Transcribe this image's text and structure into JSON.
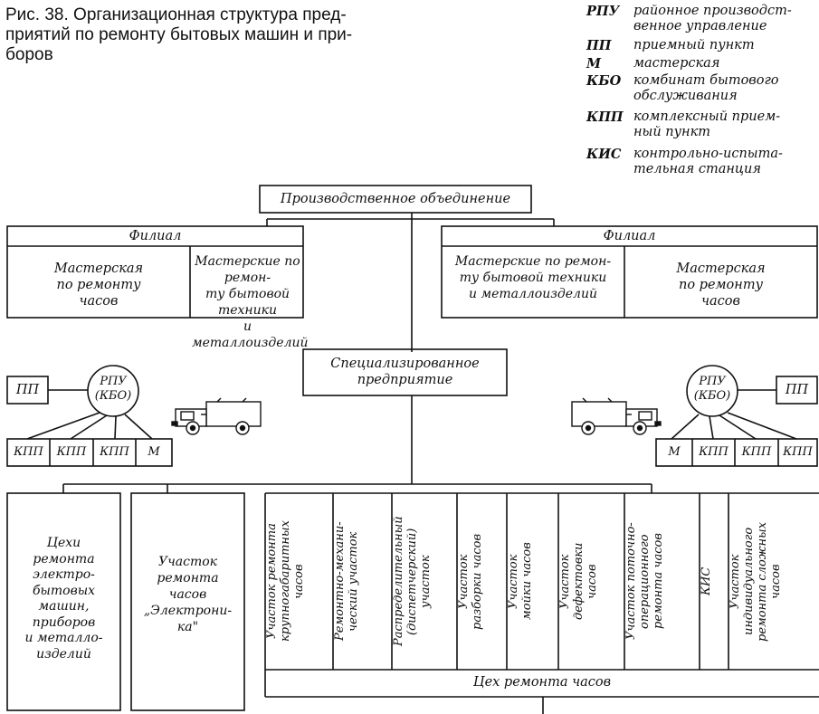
{
  "caption": [
    "Рис. 38. Организационная структура пред-",
    "приятий по ремонту бытовых машин и при-",
    "боров"
  ],
  "legend": [
    {
      "abbr": "РПУ",
      "desc": [
        "районное производст-",
        "венное управление"
      ]
    },
    {
      "abbr": "ПП",
      "desc": [
        "приемный пункт"
      ]
    },
    {
      "abbr": "М",
      "desc": [
        "мастерская"
      ]
    },
    {
      "abbr": "КБО",
      "desc": [
        "комбинат бытового",
        "обслуживания"
      ]
    },
    {
      "abbr": "КПП",
      "desc": [
        "комплексный прием-",
        "ный пункт"
      ]
    },
    {
      "abbr": "КИС",
      "desc": [
        "контрольно-испыта-",
        "тельная станция"
      ]
    }
  ],
  "top": "Производственное объединение",
  "filial_left": "Филиал",
  "filial_right": "Филиал",
  "left_workshop_watch": [
    "Мастерская",
    "по ремонту",
    "часов"
  ],
  "left_workshop_appliance": [
    "Мастерские по ремон-",
    "ту бытовой техники",
    "и металлоизделий"
  ],
  "right_workshop_appliance": [
    "Мастерские по ремон-",
    "ту бытовой техники",
    "и металлоизделий"
  ],
  "right_workshop_watch": [
    "Мастерская",
    "по ремонту",
    "часов"
  ],
  "specialized": [
    "Специализированное",
    "предприятие"
  ],
  "left_pp": "ПП",
  "right_pp": "ПП",
  "rpu_left": [
    "РПУ",
    "(КБО)"
  ],
  "rpu_right": [
    "РПУ",
    "(КБО)"
  ],
  "left_units": [
    "КПП",
    "КПП",
    "КПП",
    "М"
  ],
  "right_units": [
    "М",
    "КПП",
    "КПП",
    "КПП"
  ],
  "bottom_box1": [
    "Цехи",
    "ремонта",
    "электро-",
    "бытовых",
    "машин,",
    "приборов",
    "и металло-",
    "изделий"
  ],
  "bottom_box2": [
    "Участок",
    "ремонта",
    "часов",
    "„Электрони-",
    "ка\""
  ],
  "watch_sections": [
    [
      "Участок ремонта",
      "крупногабаритных",
      "часов"
    ],
    [
      "Ремонтно-механи-",
      "ческий участок"
    ],
    [
      "Распределительный",
      "(диспетчерский)",
      "участок"
    ],
    [
      "Участок",
      "разборки часов"
    ],
    [
      "Участок",
      "мойки часов"
    ],
    [
      "Участок",
      "дефектовки",
      "часов"
    ],
    [
      "Участок поточно-",
      "операционного",
      "ремонта часов"
    ],
    [
      "КИС"
    ],
    [
      "Участок",
      "индивидуального",
      "ремонта сложных",
      "часов"
    ]
  ],
  "watch_shop": "Цех ремонта часов"
}
